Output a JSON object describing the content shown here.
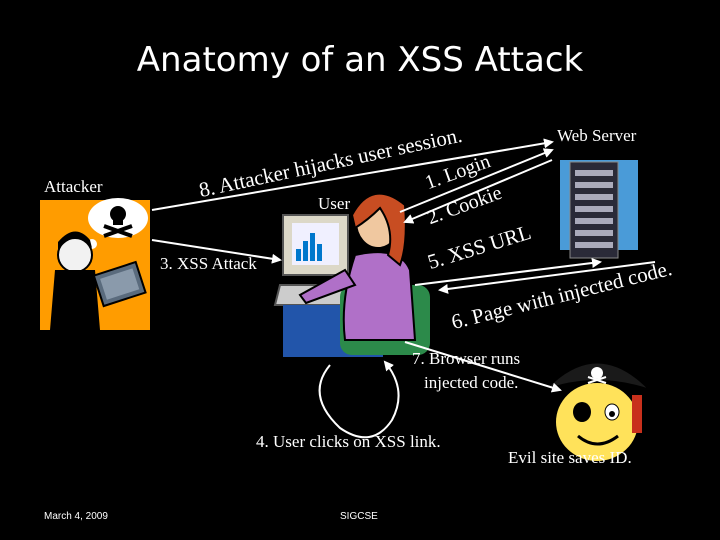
{
  "slide": {
    "title": "Anatomy of an XSS Attack",
    "footer_date": "March 4, 2009",
    "footer_event": "SIGCSE"
  },
  "labels": {
    "attacker": "Attacker",
    "web_server": "Web Server",
    "user": "User",
    "step1": "1. Login",
    "step2": "2. Cookie",
    "step3": "3. XSS Attack",
    "step4": "4. User clicks on XSS link.",
    "step5": "5. XSS URL",
    "step6": "6. Page with injected code.",
    "step7_line1": "7. Browser runs",
    "step7_line2": "injected code.",
    "step8": "8. Attacker hijacks user session.",
    "evil_site": "Evil site saves ID."
  },
  "icons": {
    "attacker": "attacker-clipart-icon",
    "server": "server-rack-icon",
    "user": "user-at-computer-icon",
    "evil_site": "pirate-smiley-icon"
  }
}
